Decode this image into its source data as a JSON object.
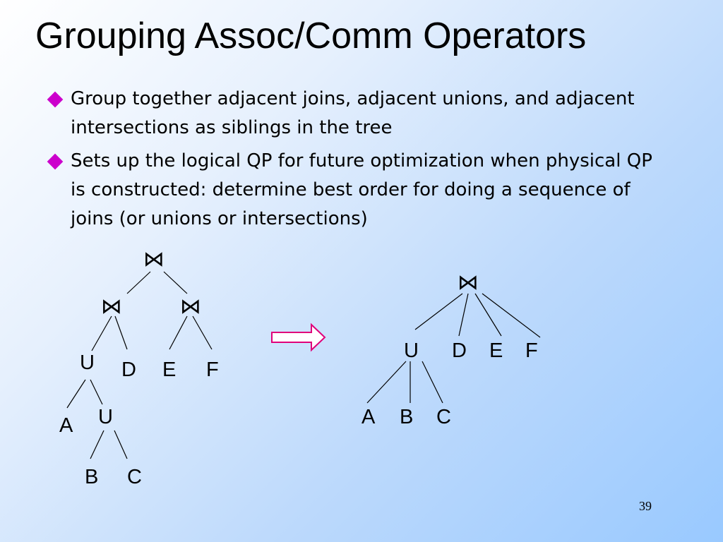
{
  "slide": {
    "title": "Grouping Assoc/Comm Operators",
    "bullets": [
      "Group together adjacent joins, adjacent unions, and adjacent intersections as siblings in the tree",
      "Sets up the logical QP for future optimization when physical QP is constructed:  determine best order for doing a sequence of joins (or unions or intersections)"
    ],
    "page_number": "39"
  },
  "tree_left": {
    "join_root": "⋈",
    "join_left": "⋈",
    "join_right": "⋈",
    "union_top": "U",
    "leaf_d": "D",
    "leaf_e": "E",
    "leaf_f": "F",
    "leaf_a": "A",
    "union_inner": "U",
    "leaf_b": "B",
    "leaf_c": "C"
  },
  "tree_right": {
    "join_root": "⋈",
    "union": "U",
    "leaf_d": "D",
    "leaf_e": "E",
    "leaf_f": "F",
    "leaf_a": "A",
    "leaf_b": "B",
    "leaf_c": "C"
  },
  "colors": {
    "bullet": "#cc00cc",
    "arrow": "#e0007a"
  }
}
